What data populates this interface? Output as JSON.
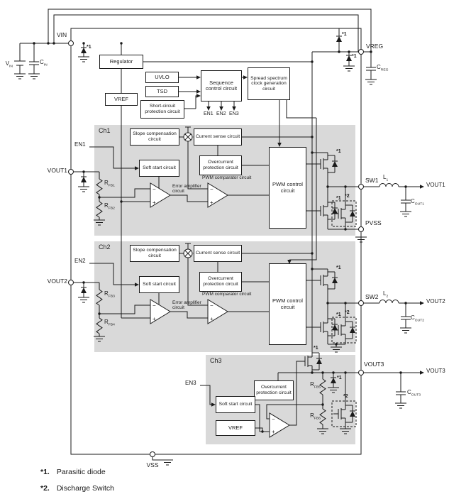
{
  "channels": {
    "ch1": "Ch1",
    "ch2": "Ch2",
    "ch3": "Ch3"
  },
  "pins": {
    "vin": "VIN",
    "vreg": "VREG",
    "vout1": "VOUT1",
    "vout2": "VOUT2",
    "vout3": "VOUT3",
    "sw1": "SW1",
    "sw2": "SW2",
    "pvss": "PVSS",
    "vss": "VSS"
  },
  "outputs": {
    "vout1": "VOUT1",
    "vout2": "VOUT2",
    "vout3": "VOUT3"
  },
  "signals": {
    "en1": "EN1",
    "en2": "EN2",
    "en3": "EN3"
  },
  "blocks": {
    "regulator": "Regulator",
    "uvlo": "UVLO",
    "tsd": "TSD",
    "short_circuit": "Short-circuit protection circuit",
    "sequence": "Sequence control circuit",
    "spread_spectrum": "Spread spectrum clock generation circuit",
    "vref": "VREF",
    "slope": "Slope compensation circuit",
    "current_sense": "Current sense circuit",
    "soft_start": "Soft start circuit",
    "overcurrent": "Overcurrent protection circuit",
    "error_amp": "Error amplifier circuit",
    "pwm_comparator": "PWM comparator circuit",
    "pwm_control": "PWM control circuit"
  },
  "components": {
    "vin_src": {
      "base": "V",
      "sub": "IN"
    },
    "cin": {
      "base": "C",
      "sub": "IN"
    },
    "creg": {
      "base": "C",
      "sub": "REG"
    },
    "rfb1": {
      "base": "R",
      "sub": "FB1"
    },
    "rfb2": {
      "base": "R",
      "sub": "FB2"
    },
    "rfb3": {
      "base": "R",
      "sub": "FB3"
    },
    "rfb4": {
      "base": "R",
      "sub": "FB4"
    },
    "rfb5": {
      "base": "R",
      "sub": "FB5"
    },
    "rfb6": {
      "base": "R",
      "sub": "FB6"
    },
    "l1": {
      "base": "L",
      "sub": "1"
    },
    "l2": {
      "base": "L",
      "sub": "2"
    },
    "cout1": {
      "base": "C",
      "sub": "OUT1"
    },
    "cout2": {
      "base": "C",
      "sub": "OUT2"
    },
    "cout3": {
      "base": "C",
      "sub": "OUT3"
    }
  },
  "markers": {
    "m1": "*1",
    "m2": "*2"
  },
  "op_symbols": {
    "plus": "+",
    "minus": "−"
  },
  "notes": [
    {
      "tag": "*1.",
      "text": "Parasitic diode"
    },
    {
      "tag": "*2.",
      "text": "Discharge Switch"
    }
  ],
  "colors": {
    "line": "#1a1a1a",
    "region": "#d9d9d9",
    "background": "#ffffff"
  }
}
